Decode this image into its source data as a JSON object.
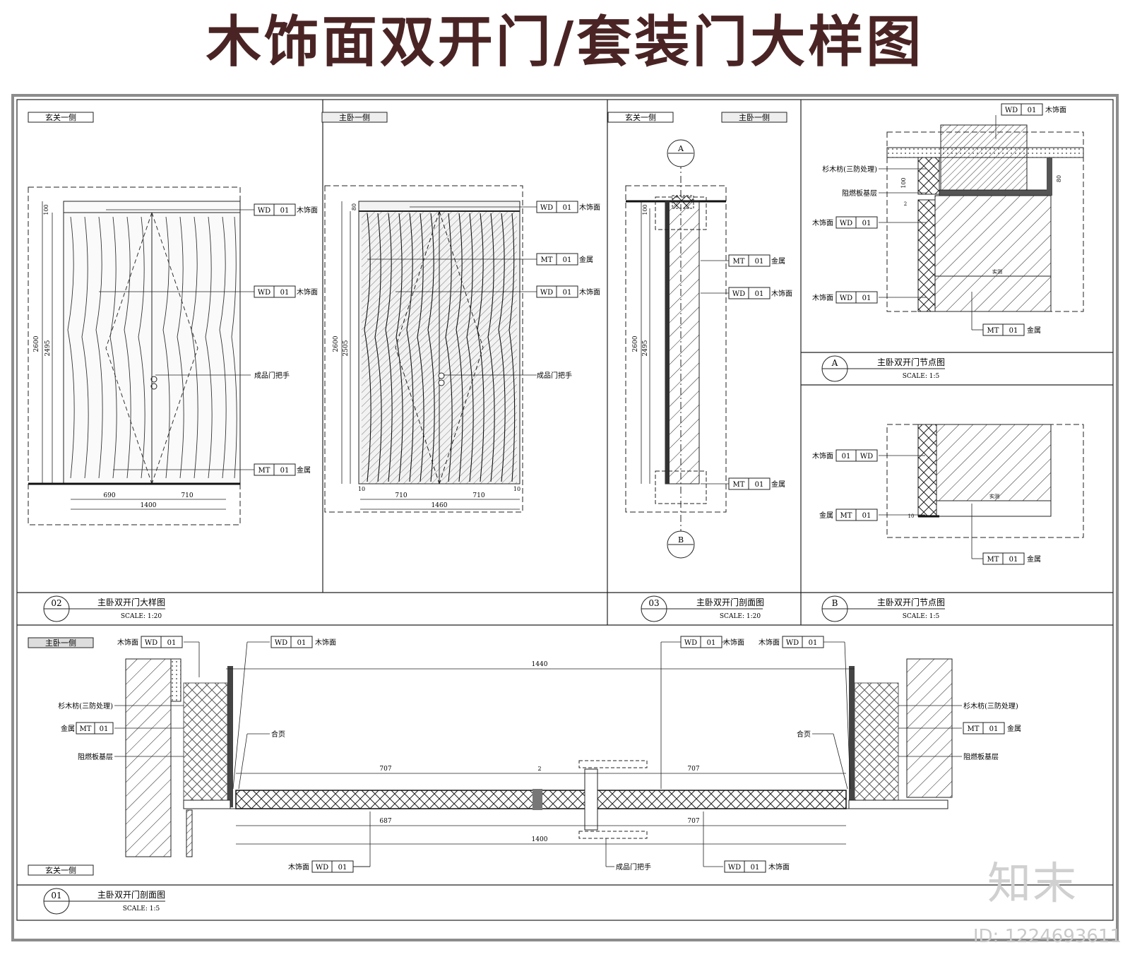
{
  "title": "木饰面双开门/套装门大样图",
  "tags": {
    "foyer": "玄关一侧",
    "master": "主卧一侧"
  },
  "views": {
    "v02": {
      "num": "02",
      "name": "主卧双开门大样图",
      "scale": "SCALE: 1:20"
    },
    "v03": {
      "num": "03",
      "name": "主卧双开门剖面图",
      "scale": "SCALE: 1:20"
    },
    "vA": {
      "num": "A",
      "name": "主卧双开门节点图",
      "scale": "SCALE: 1:5"
    },
    "vB": {
      "num": "B",
      "name": "主卧双开门节点图",
      "scale": "SCALE: 1:5"
    },
    "v01": {
      "num": "01",
      "name": "主卧双开门剖面图",
      "scale": "SCALE: 1:5"
    }
  },
  "materials": {
    "wd": "WD",
    "mt": "MT",
    "no": "01",
    "wood": "木饰面",
    "metal": "金属",
    "fir": "杉木枋(三防处理)",
    "board": "阻燃板基层",
    "handle": "成品门把手",
    "hinge": "合页"
  },
  "dims": {
    "h2600": "2600",
    "h2495": "2495",
    "h2505": "2505",
    "d100": "100",
    "d80": "80",
    "w690": "690",
    "w710": "710",
    "w1400": "1400",
    "w1460": "1460",
    "w1440": "1440",
    "w707": "707",
    "w687": "687",
    "d10": "10",
    "d2": "2"
  },
  "callouts": {
    "A": "A",
    "B": "B"
  },
  "watermark": {
    "logo": "知末",
    "id": "ID: 1224693611"
  }
}
